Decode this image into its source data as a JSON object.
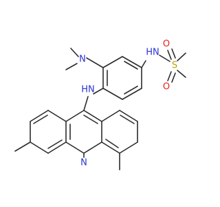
{
  "molecule": {
    "atoms": {
      "n_dimethyl": "N",
      "nh_sulfonamide": "H​N",
      "s": "S",
      "o_top": "O",
      "o_bottom": "O",
      "nh_link": "H​N",
      "n_ring": "N"
    },
    "colors": {
      "bond": "#2b2b2b",
      "nitrogen": "#2a33d4",
      "oxygen": "#e0241b",
      "sulfur": "#b8a400"
    }
  }
}
